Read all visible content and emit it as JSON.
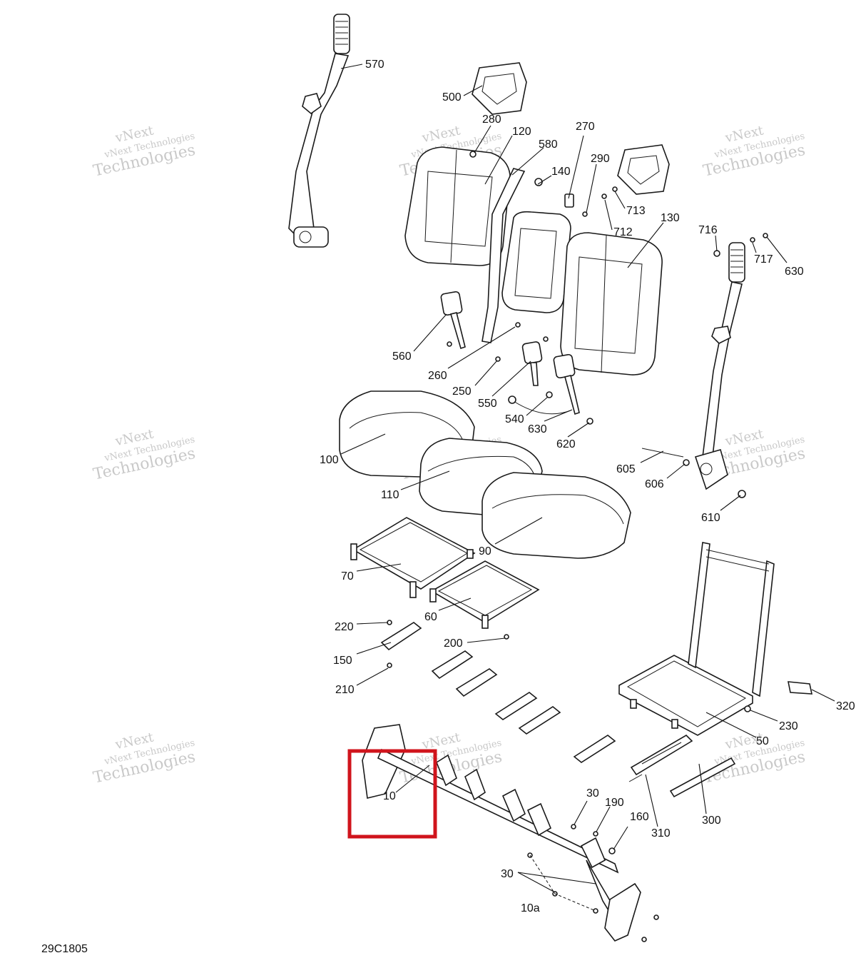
{
  "diagram": {
    "code": "29C1805",
    "watermark_line1": "vNext",
    "watermark_line2": "vNext Technologies",
    "watermark_line3": "Technologies",
    "highlight_color": "#d0141c",
    "callouts": [
      "570",
      "500",
      "280",
      "120",
      "580",
      "270",
      "290",
      "140",
      "713",
      "712",
      "130",
      "716",
      "717",
      "630",
      "560",
      "260",
      "250",
      "550",
      "540",
      "630",
      "620",
      "100",
      "110",
      "90",
      "605",
      "606",
      "610",
      "70",
      "60",
      "220",
      "150",
      "200",
      "210",
      "320",
      "230",
      "50",
      "10",
      "30",
      "190",
      "160",
      "310",
      "300",
      "30",
      "10a"
    ]
  }
}
